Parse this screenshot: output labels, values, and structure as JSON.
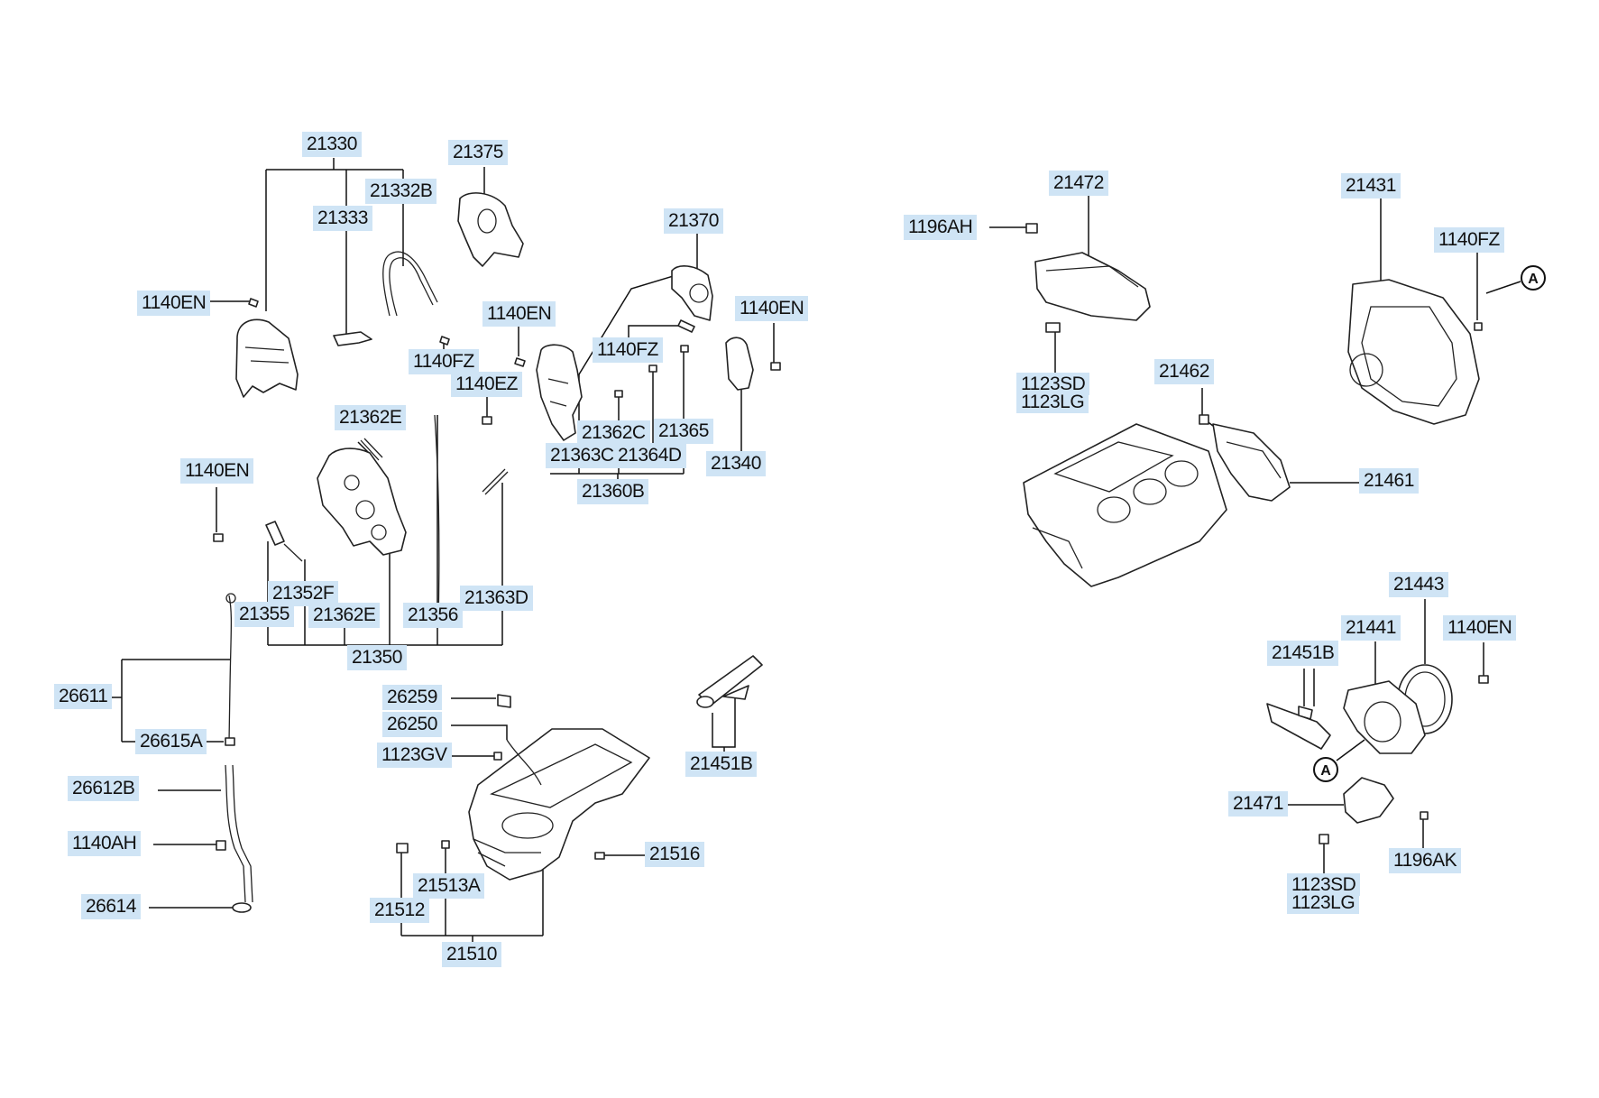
{
  "diagram": {
    "labels": {
      "p21330": "21330",
      "p21375": "21375",
      "p21333": "21333",
      "p21332B": "21332B",
      "p21370": "21370",
      "p1140EN_a": "1140EN",
      "p1140EN_b": "1140EN",
      "p1140EN_c": "1140EN",
      "p1140FZ_a": "1140FZ",
      "p1140FZ_b": "1140FZ",
      "p1140EZ": "1140EZ",
      "p21362E_a": "21362E",
      "p21362C": "21362C",
      "p21365": "21365",
      "p21363C": "21363C",
      "p21364D": "21364D",
      "p21340": "21340",
      "p21360B": "21360B",
      "p1140EN_d": "1140EN",
      "p21352F": "21352F",
      "p21355": "21355",
      "p21362E_b": "21362E",
      "p21356": "21356",
      "p21363D": "21363D",
      "p21350": "21350",
      "p26611": "26611",
      "p26615A": "26615A",
      "p26612B": "26612B",
      "p1140AH": "1140AH",
      "p26614": "26614",
      "p26259": "26259",
      "p26250": "26250",
      "p1123GV": "1123GV",
      "p21451B_a": "21451B",
      "p21516": "21516",
      "p21513A": "21513A",
      "p21512": "21512",
      "p21510": "21510",
      "p21472": "21472",
      "p1196AH": "1196AH",
      "p1123SD_a": "1123SD",
      "p1123LG_a": "1123LG",
      "p21431": "21431",
      "p1140FZ_c": "1140FZ",
      "p21462": "21462",
      "p21461": "21461",
      "p21443": "21443",
      "p21441": "21441",
      "p21451B_b": "21451B",
      "p1140EN_e": "1140EN",
      "p21471": "21471",
      "p1196AK": "1196AK",
      "p1123SD_b": "1123SD",
      "p1123LG_b": "1123LG",
      "ref_a1": "A",
      "ref_a2": "A"
    },
    "colors": {
      "label_bg": "#cfe4f5",
      "line": "#111111",
      "background": "#ffffff"
    }
  }
}
